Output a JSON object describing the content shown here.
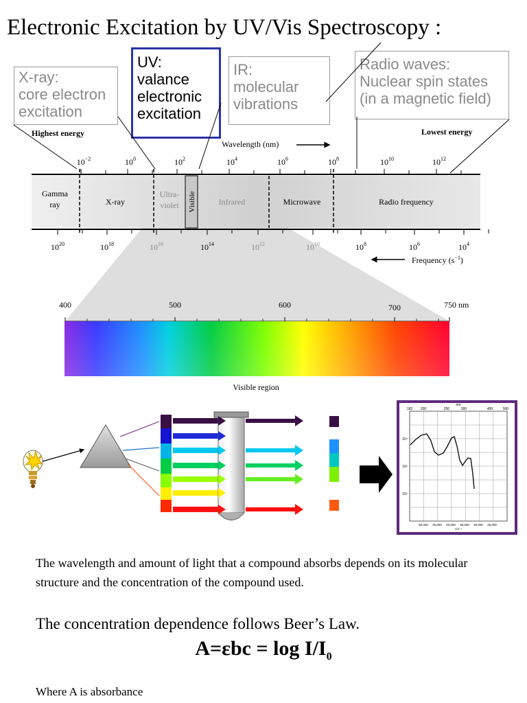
{
  "title": "Electronic Excitation by UV/Vis Spectroscopy :",
  "callouts": {
    "xray": [
      "X-ray:",
      "core electron",
      "excitation"
    ],
    "uv": [
      "UV:",
      "valance",
      "electronic",
      "excitation"
    ],
    "ir": [
      "IR:",
      "molecular",
      "vibrations"
    ],
    "radio": [
      "Radio waves:",
      "Nuclear spin states",
      "(in a magnetic field)"
    ]
  },
  "spectrum": {
    "highest_energy": "Highest energy",
    "lowest_energy": "Lowest energy",
    "wavelength_label": "Wavelength (nm)",
    "frequency_label": "Frequency (s",
    "frequency_exp": "−1",
    "frequency_close": ")",
    "wavelength_ticks": [
      {
        "base": "10",
        "exp": "−2"
      },
      {
        "base": "10",
        "exp": "0"
      },
      {
        "base": "10",
        "exp": "2"
      },
      {
        "base": "10",
        "exp": "4"
      },
      {
        "base": "10",
        "exp": "6"
      },
      {
        "base": "10",
        "exp": "8"
      },
      {
        "base": "10",
        "exp": "10"
      },
      {
        "base": "10",
        "exp": "12"
      }
    ],
    "frequency_ticks": [
      {
        "base": "10",
        "exp": "20"
      },
      {
        "base": "10",
        "exp": "18"
      },
      {
        "base": "10",
        "exp": "16"
      },
      {
        "base": "10",
        "exp": "14"
      },
      {
        "base": "10",
        "exp": "12"
      },
      {
        "base": "10",
        "exp": "10"
      },
      {
        "base": "10",
        "exp": "8"
      },
      {
        "base": "10",
        "exp": "6"
      },
      {
        "base": "10",
        "exp": "4"
      }
    ],
    "regions": {
      "gamma": [
        "Gamma",
        "ray"
      ],
      "xray": "X-ray",
      "uv": [
        "Ultra-",
        "violet"
      ],
      "visible": "Visible",
      "infrared": "Infrared",
      "microwave": "Microwave",
      "radio": "Radio frequency"
    }
  },
  "visible_region": {
    "ticks": [
      "400",
      "500",
      "600",
      "700",
      "750 nm"
    ],
    "label": "Visible region"
  },
  "instrument_graph": {
    "top_ticks": [
      "182",
      "200",
      "250",
      "300",
      "400",
      "500"
    ],
    "top_label": "nm",
    "bottom_ticks": [
      "50,000",
      "45,000",
      "40,000",
      "35,000",
      "30,000",
      "25,000"
    ],
    "bottom_label": "cm⁻¹",
    "y_ticks": [
      "10⁴",
      "10³",
      "10²"
    ]
  },
  "colors": {
    "uv_box_border": "#2b33a8",
    "graph_frame": "#5e2a7e",
    "band_gray": "#d3d3d3"
  },
  "text": {
    "description": "The wavelength and amount of light that a compound absorbs depends on its molecular structure and the concentration of the compound used.",
    "beer": "The concentration dependence follows Beer’s Law.",
    "formula_main": "A=εbc = log I/I",
    "formula_sub": "0",
    "where": "Where A is absorbance"
  }
}
